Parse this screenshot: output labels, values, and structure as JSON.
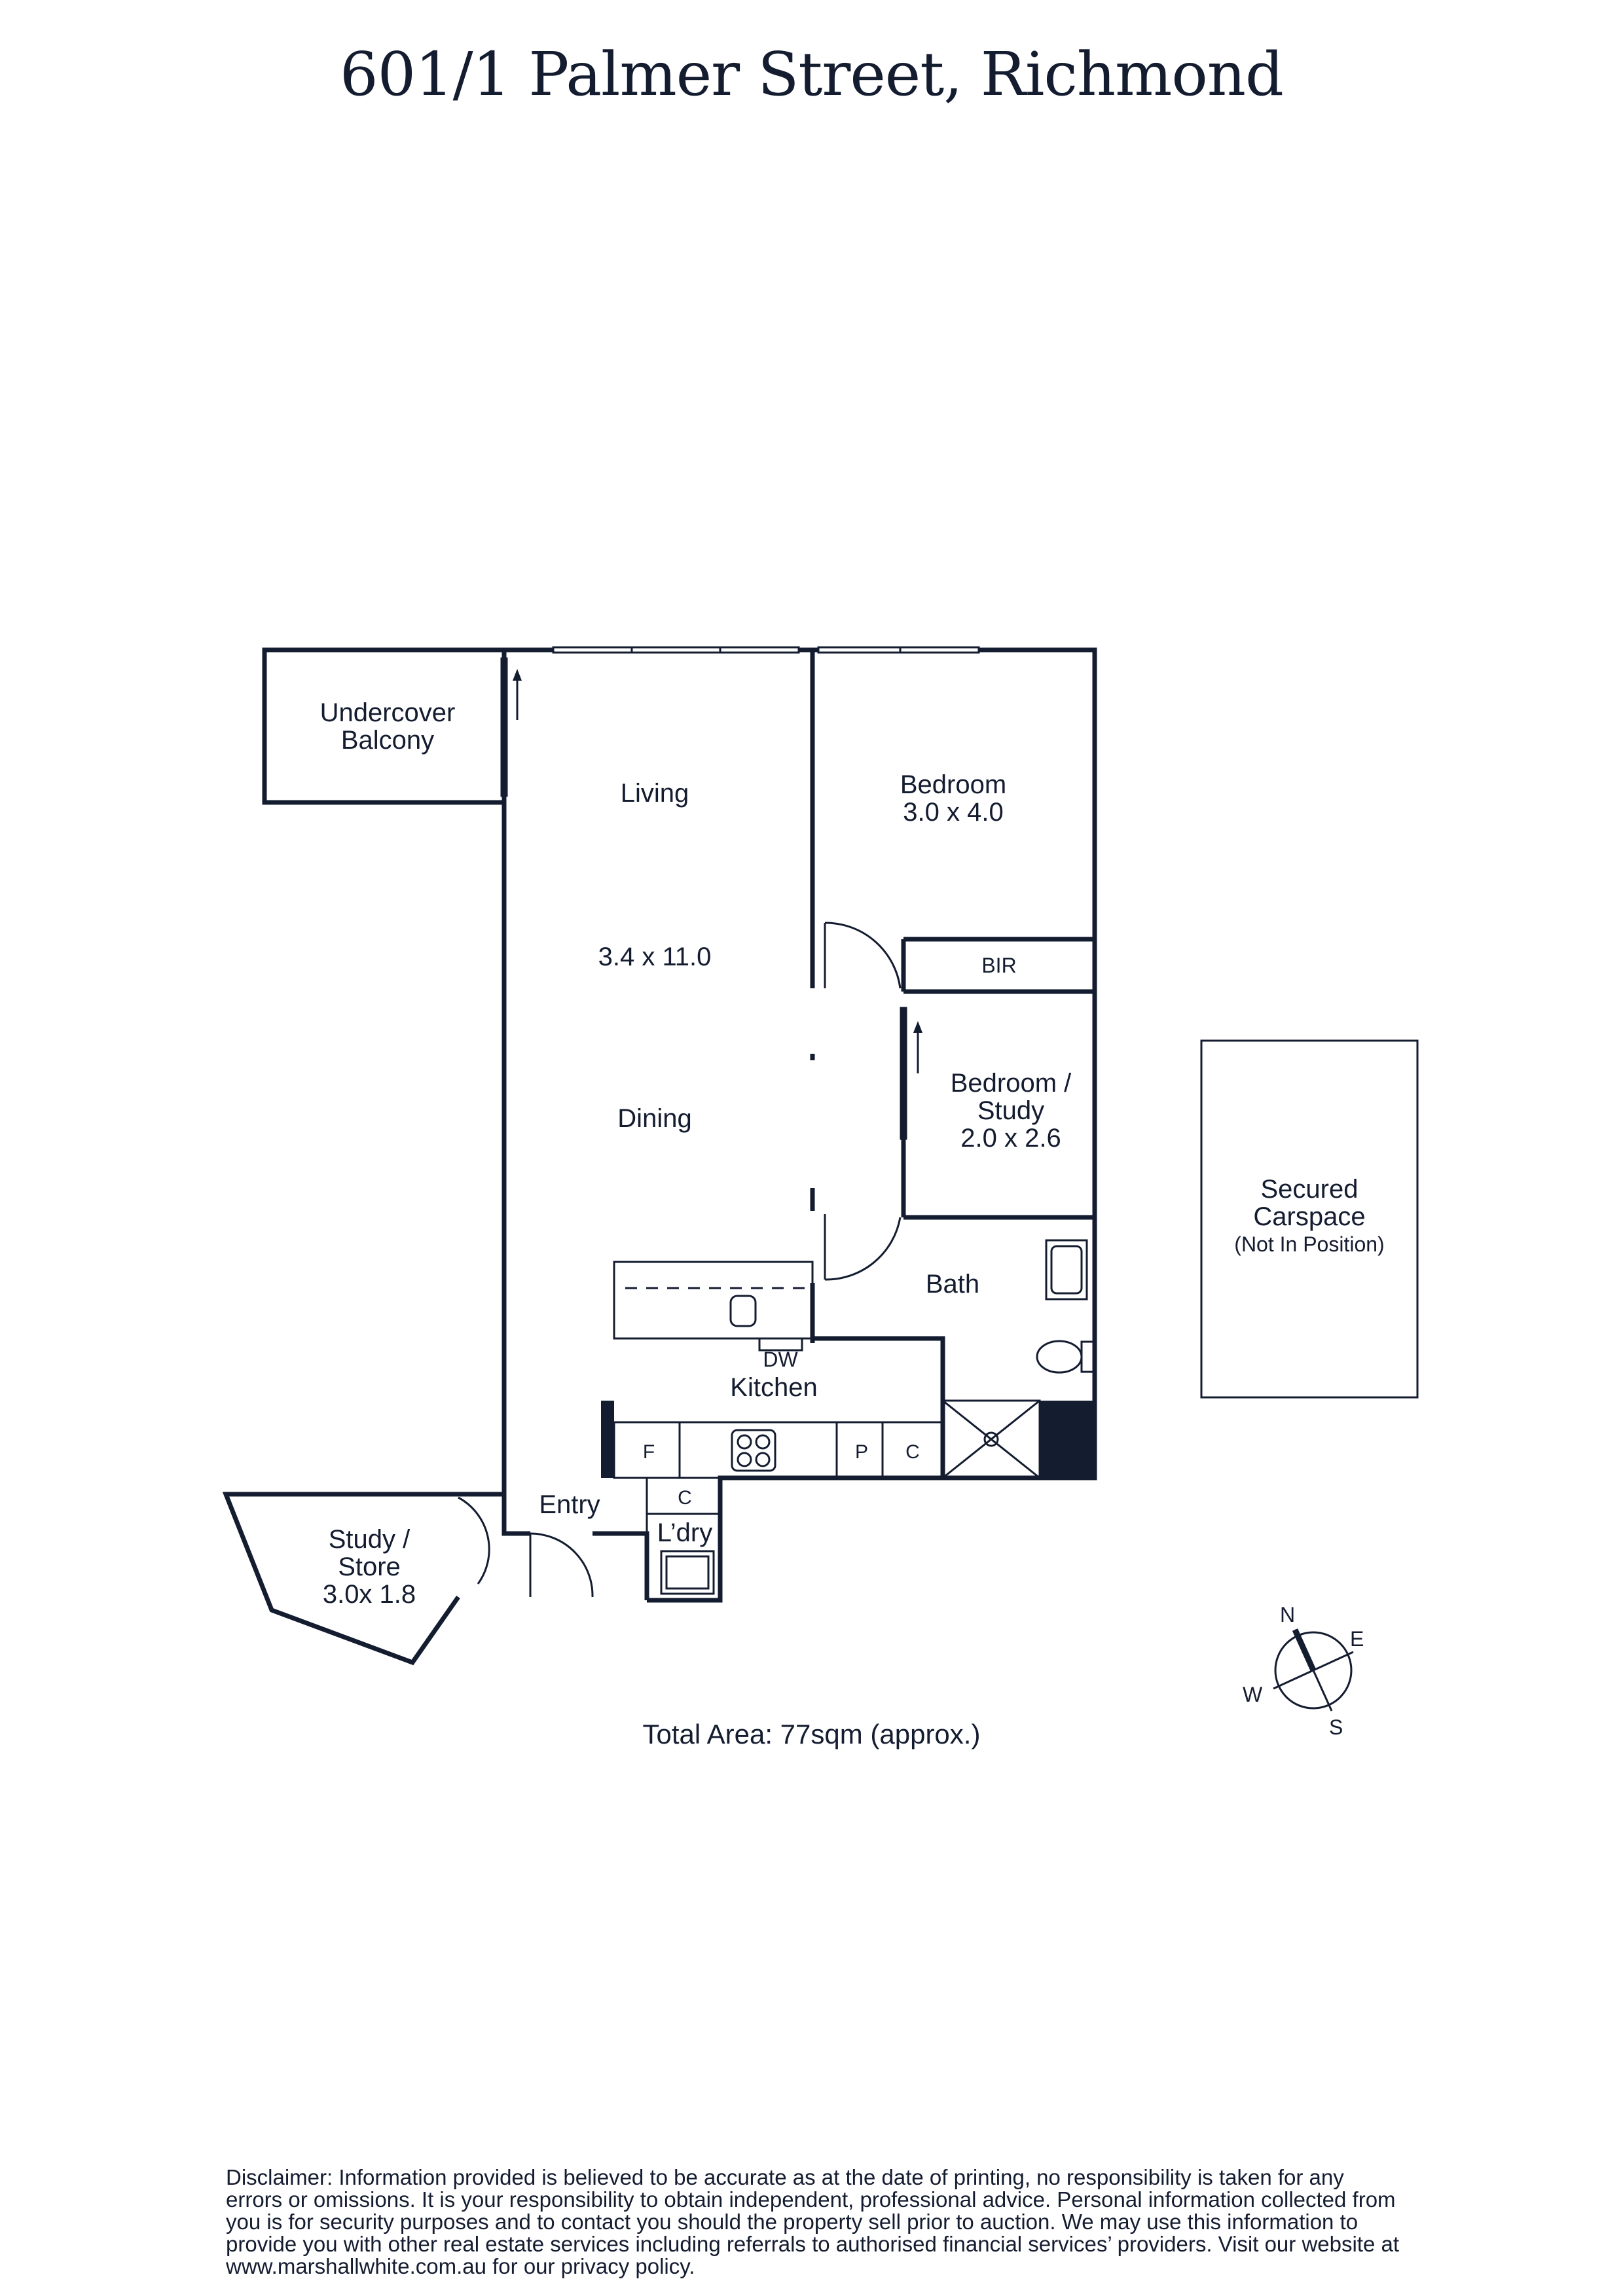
{
  "title": "601/1 Palmer Street, Richmond",
  "rooms": {
    "balcony": [
      "Undercover",
      "Balcony"
    ],
    "living": "Living",
    "living_dims": "3.4 x 11.0",
    "dining": "Dining",
    "bedroom": [
      "Bedroom",
      "3.0 x 4.0"
    ],
    "bir": "BIR",
    "bedroom_study": [
      "Bedroom /",
      "Study",
      "2.0 x 2.6"
    ],
    "bath": "Bath",
    "kitchen": "Kitchen",
    "dw": "DW",
    "fridge": "F",
    "pantry": "P",
    "cupboard": "C",
    "laundry_cupboard": "C",
    "laundry": "L’dry",
    "entry": "Entry",
    "study_store": [
      "Study /",
      "Store",
      "3.0x 1.8"
    ],
    "carspace": [
      "Secured",
      "Carspace"
    ],
    "carspace_note": "(Not In Position)"
  },
  "compass": {
    "n": "N",
    "e": "E",
    "s": "S",
    "w": "W"
  },
  "total_area": "Total Area: 77sqm (approx.)",
  "disclaimer": "Disclaimer: Information provided is believed to be accurate as at the date of printing, no responsibility is taken for any errors or omissions. It is your responsibility to obtain independent, professional advice. Personal information collected from you is for security purposes and to contact you should the property sell prior to auction. We may use this information to provide you with other real estate services including referrals to authorised financial services’ providers. Visit our website at www.marshallwhite.com.au for our privacy policy.",
  "colors": {
    "ink": "#141c30"
  }
}
